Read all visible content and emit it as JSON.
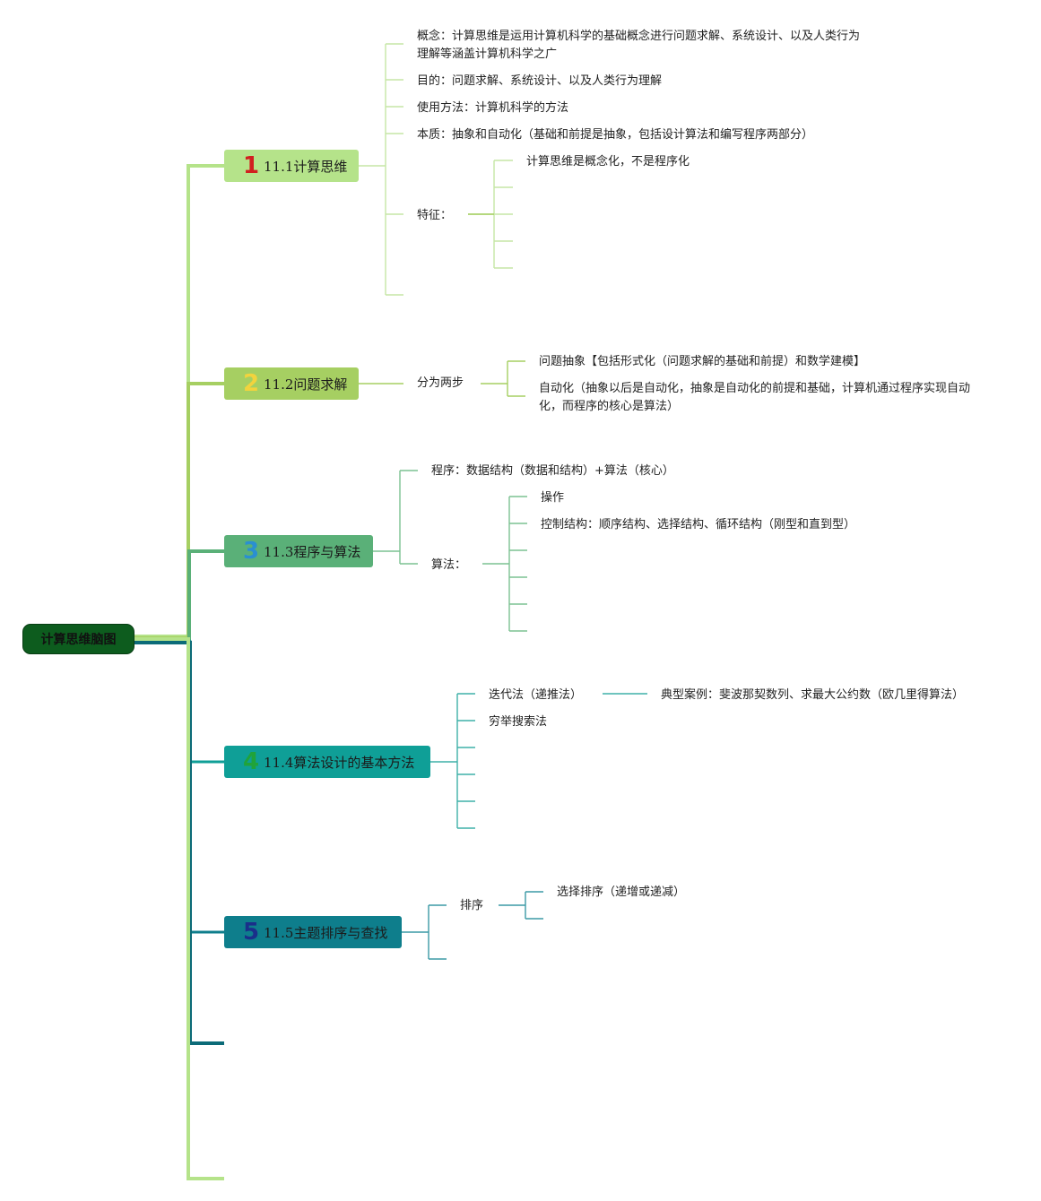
{
  "root": {
    "label": "计算思维脑图"
  },
  "topics": [
    {
      "num": "1",
      "label": "11.1计算思维",
      "color": "#b5e38a",
      "num_color": "#d11f1f",
      "children": [
        {
          "text": "概念：计算思维是运用计算机科学的基础概念进行问题求解、系统设计、以及人类行为理解等涵盖计算机科学之广"
        },
        {
          "text": "目的：问题求解、系统设计、以及人类行为理解"
        },
        {
          "text": "使用方法：计算机科学的方法"
        },
        {
          "text": "本质：抽象和自动化（基础和前提是抽象，包括设计算法和编写程序两部分）"
        },
        {
          "text": "特征：",
          "children": [
            "计算思维是概念化，不是程序化"
          ]
        }
      ]
    },
    {
      "num": "2",
      "label": "11.2问题求解",
      "color": "#a6cf62",
      "num_color": "#f2d33d",
      "children": [
        {
          "text": "分为两步",
          "children": [
            "问题抽象【包括形式化（问题求解的基础和前提）和数学建模】",
            "自动化（抽象以后是自动化，抽象是自动化的前提和基础，计算机通过程序实现自动化，而程序的核心是算法）"
          ]
        }
      ]
    },
    {
      "num": "3",
      "label": "11.3程序与算法",
      "color": "#5ab078",
      "num_color": "#2a8fd1",
      "children": [
        {
          "text": "程序：数据结构（数据和结构）+算法（核心）"
        },
        {
          "text": "算法：",
          "children": [
            "操作",
            "控制结构：顺序结构、选择结构、循环结构（刚型和直到型）"
          ]
        }
      ]
    },
    {
      "num": "4",
      "label": "11.4算法设计的基本方法",
      "color": "#0f9f97",
      "num_color": "#20a33a",
      "children": [
        {
          "text": "迭代法（递推法）",
          "children": [
            "典型案例：斐波那契数列、求最大公约数（欧几里得算法）"
          ]
        },
        {
          "text": "穷举搜索法"
        }
      ]
    },
    {
      "num": "5",
      "label": "11.5主题排序与查找",
      "color": "#0e7e8c",
      "num_color": "#1a2f8a",
      "children": [
        {
          "text": "排序",
          "children": [
            "选择排序（递增或递减）"
          ]
        }
      ]
    }
  ]
}
